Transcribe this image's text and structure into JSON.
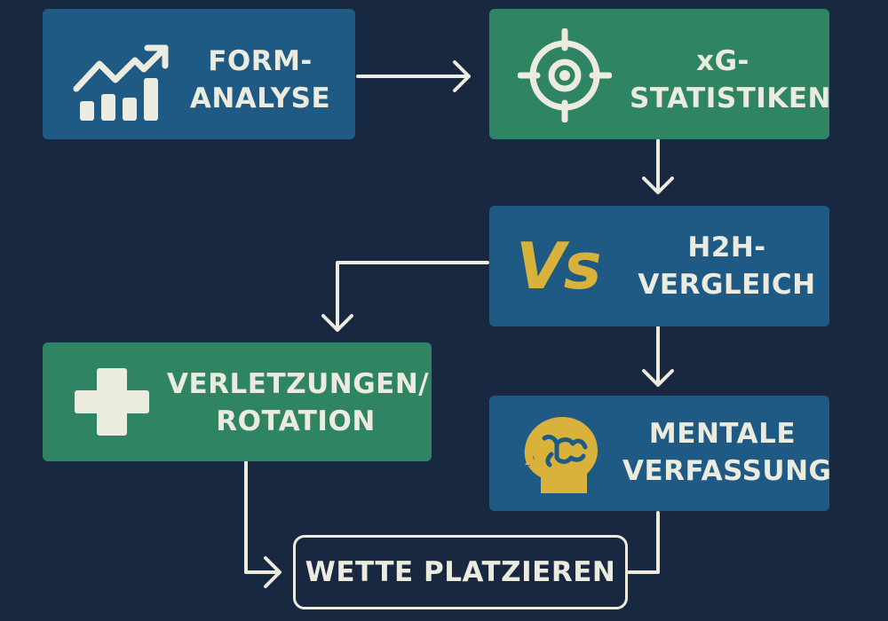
{
  "nodes": {
    "form": {
      "line1": "FORM-",
      "line2": "ANALYSE",
      "icon": "chart-growth-icon"
    },
    "xg": {
      "line1": "xG-",
      "line2": "STATISTIKEN",
      "icon": "target-icon"
    },
    "h2h": {
      "line1": "H2H-",
      "line2": "VERGLEICH",
      "icon": "versus-icon",
      "icon_text": "Vs"
    },
    "injuries": {
      "line1": "VERLETZUNGEN/",
      "line2": "ROTATION",
      "icon": "medical-cross-icon"
    },
    "mental": {
      "line1": "MENTALE",
      "line2": "VERFASSUNG",
      "icon": "brain-head-icon"
    }
  },
  "final": {
    "label": "WETTE PLATZIEREN"
  },
  "colors": {
    "background": "#172840",
    "blue_box": "#1f5a85",
    "green_box": "#2f8563",
    "text": "#ecebe0",
    "accent_gold": "#d9b23c"
  }
}
